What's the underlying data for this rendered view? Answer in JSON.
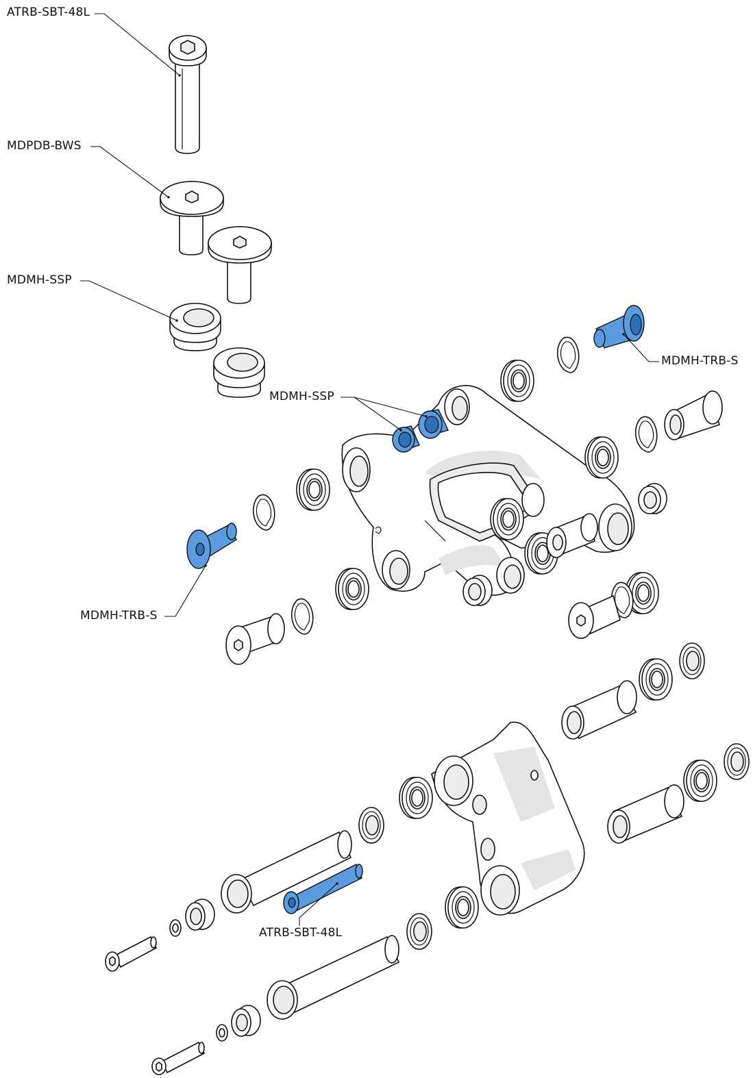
{
  "diagram": {
    "colors": {
      "highlight": "#5b9bdf",
      "highlight_dark": "#2f6fb6",
      "line": "#111111",
      "part_fill": "#ffffff",
      "shade": "#e6e6e6"
    },
    "callouts": [
      {
        "id": "atrb-top",
        "label": "ATRB-SBT-48L"
      },
      {
        "id": "mdpdb",
        "label": "MDPDB-BWS"
      },
      {
        "id": "mdmh-ssp-top",
        "label": "MDMH-SSP"
      },
      {
        "id": "mdmh-trb-right",
        "label": "MDMH-TRB-S"
      },
      {
        "id": "mdmh-ssp-mid",
        "label": "MDMH-SSP"
      },
      {
        "id": "mdmh-trb-left",
        "label": "MDMH-TRB-S"
      },
      {
        "id": "atrb-bottom",
        "label": "ATRB-SBT-48L"
      }
    ]
  }
}
